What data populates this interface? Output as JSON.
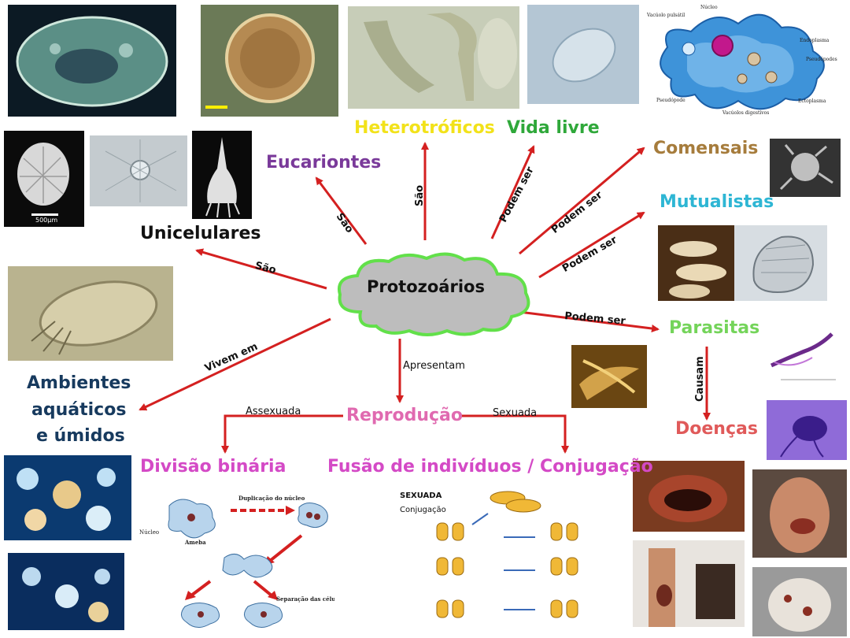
{
  "center": "Protozoários",
  "nodes": {
    "eucariontes": "Eucariontes",
    "heterotroficos": "Heterotróficos",
    "vida_livre": "Vida livre",
    "comensais": "Comensais",
    "mutualistas": "Mutualistas",
    "unicelulares": "Unicelulares",
    "parasitas": "Parasitas",
    "doencas": "Doenças",
    "reproducao": "Reprodução",
    "ambientes_1": "Ambientes",
    "ambientes_2": "aquáticos",
    "ambientes_3": "e úmidos",
    "divisao": "Divisão binária",
    "fusao": "Fusão de indivíduos / Conjugação"
  },
  "links": {
    "sao_1": "São",
    "sao_2": "São",
    "sao_3": "São",
    "podem_1": "Podem ser",
    "podem_2": "Podem ser",
    "podem_3": "Podem ser",
    "podem_4": "Podem ser",
    "vivem": "Vivem em",
    "apresentam": "Apresentam",
    "causam": "Causam",
    "assexuada": "Assexuada",
    "sexuada": "Sexuada"
  },
  "amoeba_labels": {
    "vacuolo": "Vacúolo pulsátil",
    "nucleo": "Núcleo",
    "endoplasma": "Endoplasma",
    "pseudopodes": "Pseudópodes",
    "pseudopode": "Pseudópode",
    "vacuolos_dig": "Vacúolos digestivos",
    "ectoplasma": "Ectoplasma"
  },
  "scale_label": "500µm",
  "division_labels": {
    "duplicacao": "Duplicação do núcleo",
    "nucleo": "Núcleo",
    "ameba": "Ameba",
    "separacao": "Separação das células"
  },
  "conjugation_labels": {
    "sexuada": "SEXUADA",
    "conjugacao": "Conjugação"
  },
  "colors": {
    "arrow": "#d42020",
    "purple": "#7a3a9a",
    "yellow": "#f2e21a",
    "green": "#2fa83a",
    "brown": "#a67c3c",
    "cyan": "#2eb6d4",
    "lightgreen": "#74d45a",
    "pink": "#e06ab0",
    "navy": "#173a5e",
    "magenta": "#d44ac6",
    "salmon": "#e05a5a"
  }
}
